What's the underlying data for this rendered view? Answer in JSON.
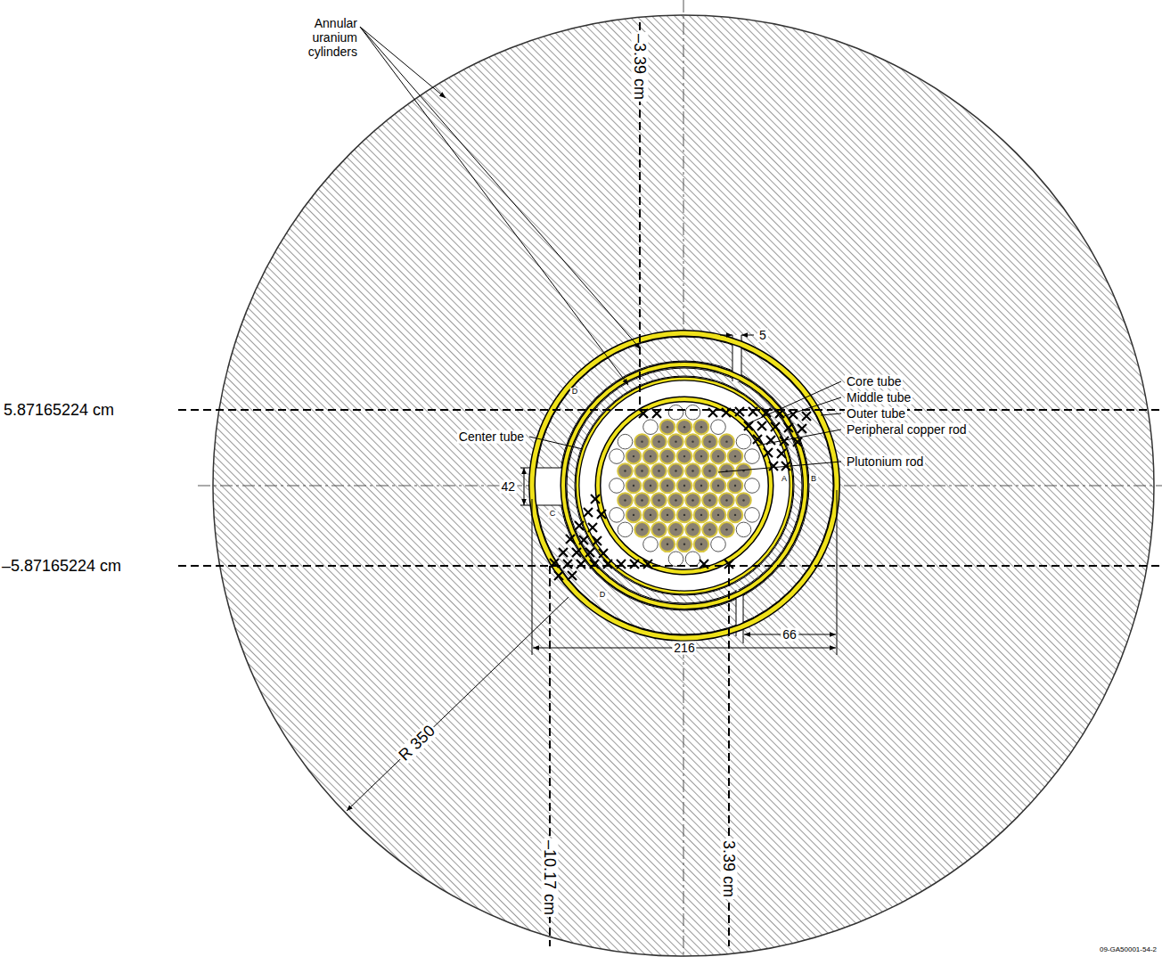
{
  "diagram": {
    "labels": [
      "Annular uranium cylinders",
      "–3.39 cm",
      "5",
      "Core tube",
      "Middle tube",
      "Outer tube",
      "Peripheral copper rod",
      "Center tube",
      "Plutonium rod",
      "5.87165224 cm",
      "42",
      "D",
      "C",
      "A",
      "B",
      "–5.87165224 cm",
      "D",
      "216",
      "66",
      "R 350",
      "–10.17 cm",
      "3.39 cm",
      "09-GA50001-54-2"
    ]
  }
}
